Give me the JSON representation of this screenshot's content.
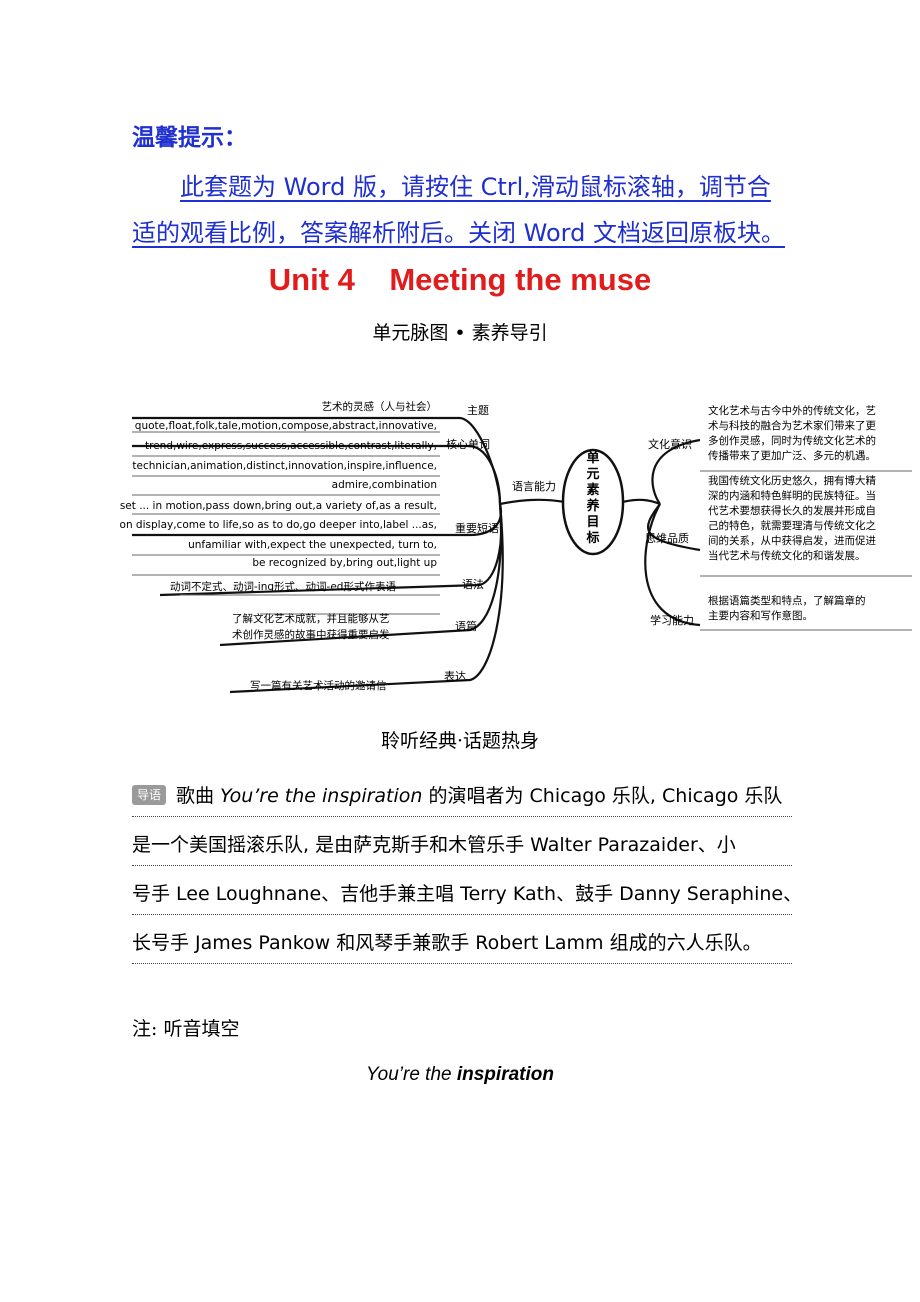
{
  "tip": {
    "heading": "温馨提示：",
    "line1": "此套题为 Word 版，请按住 Ctrl,滑动鼠标滚轴，调节合",
    "line2": "适的观看比例，答案解析附后。关闭 Word 文档返回原板块。"
  },
  "title": "Unit 4    Meeting the muse",
  "subtitle": "单元脉图 • 素养导引",
  "mindmap": {
    "center": [
      "单",
      "元",
      "素",
      "养",
      "目",
      "标"
    ],
    "left_branch": "语言能力",
    "left_groups": {
      "theme": {
        "label": "主题",
        "lines": [
          "艺术的灵感（人与社会）"
        ]
      },
      "vocab": {
        "label": "核心单词",
        "lines": [
          "quote,float,folk,tale,motion,compose,abstract,innovative,",
          "trend,wire,express,success,accessible,contrast,literally,",
          "technician,animation,distinct,innovation,inspire,influence,",
          "admire,combination"
        ]
      },
      "phrases": {
        "label": "重要短语",
        "lines": [
          "set ... in motion,pass down,bring out,a variety of,as a result,",
          "on display,come to life,so as to do,go deeper into,label ...as,",
          "unfamiliar with,expect the unexpected, turn to,",
          "be recognized by,bring out,light up"
        ]
      },
      "grammar": {
        "label": "语法",
        "lines": [
          "动词不定式、动词-ing形式、动词-ed形式作表语"
        ]
      },
      "text": {
        "label": "语篇",
        "lines": [
          "了解文化艺术成就，并且能够从艺",
          "术创作灵感的故事中获得重要启发"
        ]
      },
      "expression": {
        "label": "表达",
        "lines": [
          "写一篇有关艺术活动的邀请信"
        ]
      }
    },
    "right_groups": {
      "culture": {
        "label": "文化意识",
        "lines": [
          "文化艺术与古今中外的传统文化，艺",
          "术与科技的融合为艺术家们带来了更",
          "多创作灵感，同时为传统文化艺术的",
          "传播带来了更加广泛、多元的机遇。"
        ]
      },
      "thinking": {
        "label": "思维品质",
        "lines": [
          "我国传统文化历史悠久，拥有博大精",
          "深的内涵和特色鲜明的民族特征。当",
          "代艺术要想获得长久的发展并形成自",
          "己的特色，就需要理清与传统文化之",
          "间的关系，从中获得启发，进而促进",
          "当代艺术与传统文化的和谐发展。"
        ]
      },
      "learning": {
        "label": "学习能力",
        "lines": [
          "根据语篇类型和特点，了解篇章的",
          "主要内容和写作意图。"
        ]
      }
    }
  },
  "section2": "聆听经典·话题热身",
  "intro": {
    "badge": "导语",
    "line1_a": "歌曲 ",
    "line1_song": "You’re the inspiration",
    "line1_b": " 的演唱者为 Chicago 乐队, Chicago 乐队",
    "line2": "是一个美国摇滚乐队, 是由萨克斯手和木管乐手 Walter Parazaider、小",
    "line3": "号手 Lee Loughnane、吉他手兼主唱 Terry Kath、鼓手 Danny Seraphine、",
    "line4": "长号手 James Pankow 和风琴手兼歌手 Robert Lamm 组成的六人乐队。"
  },
  "note": "注: 听音填空",
  "song_title": {
    "prefix": "You’re the ",
    "bold": "inspiration"
  },
  "colors": {
    "tip_blue": "#1f2fd0",
    "title_red": "#e01c1c"
  }
}
